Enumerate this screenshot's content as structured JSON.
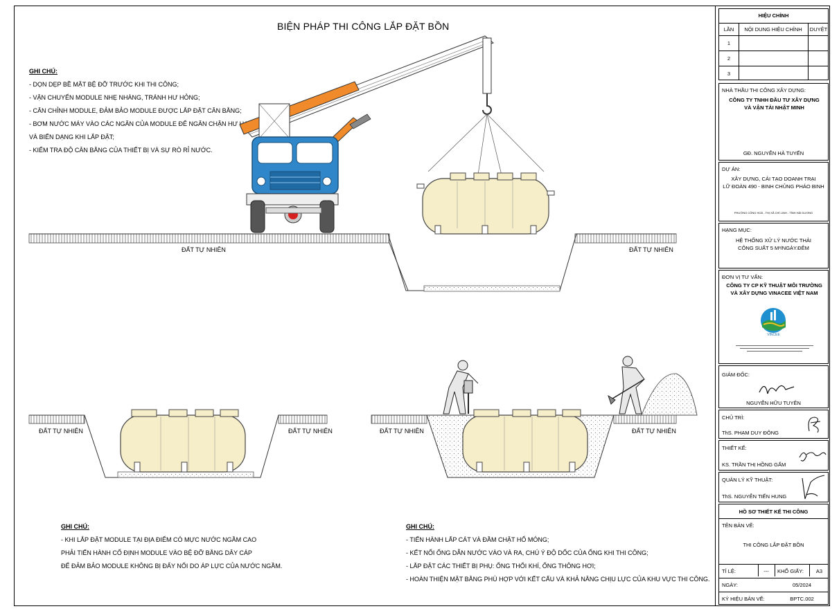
{
  "title": "BIỆN PHÁP THI CÔNG LẮP ĐẶT BỒN",
  "notes_top": {
    "heading": "GHI CHÚ:",
    "lines": [
      "- DỌN DẸP BỀ MẶT BỆ ĐỠ TRƯỚC KHI THI CÔNG;",
      "- VẬN CHUYỂN MODULE NHẸ NHÀNG, TRÁNH HƯ HỎNG;",
      "- CĂN CHỈNH MODULE, ĐẢM BẢO MODULE ĐƯỢC LẮP ĐẶT CÂN BẰNG;",
      "- BƠM NƯỚC MÁY VÀO CÁC NGĂN CỦA MODULE ĐỂ NGĂN CHẶN HƯ HẠI",
      "VÀ BIẾN DẠNG KHI LẮP ĐẶT;",
      "- KIỂM TRA ĐỘ CÂN BẰNG CỦA THIẾT BỊ VÀ SỰ RÒ RỈ NƯỚC."
    ]
  },
  "notes_left": {
    "heading": "GHI CHÚ:",
    "lines": [
      "- KHI LẮP ĐẶT MODULE TẠI ĐỊA ĐIỂM CÓ MỰC NƯỚC NGẦM CAO",
      "PHẢI TIẾN HÀNH CỐ ĐỊNH MODULE VÀO BỆ ĐỠ BẰNG DÂY CÁP",
      "ĐỂ ĐẢM BẢO MODULE KHÔNG BỊ ĐẨY NỔI DO ÁP LỰC CỦA NƯỚC NGẦM."
    ]
  },
  "notes_right": {
    "heading": "GHI CHÚ:",
    "lines": [
      "- TIẾN HÀNH LẤP CÁT VÀ ĐẦM CHẶT HỐ MÓNG;",
      "- KẾT NỐI ỐNG DẪN NƯỚC VÀO VÀ RA, CHÚ Ý ĐỘ DỐC CỦA ỐNG KHI THI CÔNG;",
      "- LẮP ĐẶT CÁC THIẾT BỊ PHỤ: ỐNG THỔI KHÍ, ỐNG THÔNG HƠI;",
      "- HOÀN THIỆN MẶT BẰNG PHÙ HỢP VỚI KẾT CẤU VÀ KHẢ NĂNG CHỊU LỰC CỦA KHU VỰC THI CÔNG."
    ]
  },
  "ground_label": "ĐẤT TỰ NHIÊN",
  "title_block": {
    "revision_header": "HIỆU CHỈNH",
    "rev_col_time": "LẦN",
    "rev_col_content": "NỘI DUNG HIỆU CHỈNH",
    "rev_col_approve": "DUYỆT",
    "rev_rows": [
      "1",
      "2",
      "3"
    ],
    "contractor_label": "NHÀ THẦU THI CÔNG XÂY DỰNG:",
    "contractor_name": "CÔNG TY TNHH ĐẦU TƯ XÂY DỰNG VÀ VẬN TẢI NHẬT MINH",
    "contractor_director": "GĐ. NGUYỄN HÀ TUYẾN",
    "project_label": "DỰ ÁN:",
    "project_name_1": "XÂY DỰNG, CẢI TẠO DOANH TRẠI",
    "project_name_2": "LỮ ĐOÀN 490 - BINH CHỦNG PHÁO BINH",
    "project_location": "PHƯỜNG CÔNG HOÀ - THỊ XÃ CHÍ LINH - TỈNH HẢI DƯƠNG",
    "item_label": "HẠNG MỤC:",
    "item_name_1": "HỆ THỐNG XỬ LÝ NƯỚC THẢI",
    "item_name_2": "CÔNG SUẤT 5 M³/NGÀY.ĐÊM",
    "consultant_label": "ĐƠN VỊ TƯ VẤN:",
    "consultant_name": "CÔNG TY CP KỸ THUẬT MÔI TRƯỜNG VÀ XÂY DỰNG VINACEE VIỆT NAM",
    "logo_text": "VINCEE",
    "director_label": "GIÁM ĐỐC:",
    "director_name": "NGUYỄN HỮU TUYÊN",
    "chief_label": "CHỦ TRÌ:",
    "chief_name": "ThS. PHẠM DUY ĐÔNG",
    "design_label": "THIẾT KẾ:",
    "design_name": "KS. TRẦN THỊ HỒNG GẤM",
    "tech_label": "QUẢN LÝ KỸ THUẬT:",
    "tech_name": "ThS. NGUYỄN TIẾN HUNG",
    "dossier": "HỒ SƠ THIẾT KẾ THI CÔNG",
    "drawing_name_label": "TÊN BẢN VẼ:",
    "drawing_name": "THI CÔNG LẮP ĐẶT BỒN",
    "scale_label": "TỈ LỆ:",
    "scale_value": "---",
    "paper_label": "KHỔ GIẤY:",
    "paper_value": "A3",
    "date_label": "NGÀY:",
    "date_value": "05/2024",
    "code_label": "KÝ HIỆU BẢN VẼ:",
    "code_value": "BPTC.002"
  },
  "colors": {
    "truck_blue": "#2f86c8",
    "boom_orange": "#f08a2a",
    "tank_fill": "#f6edc9",
    "pump_red": "#d62020"
  }
}
